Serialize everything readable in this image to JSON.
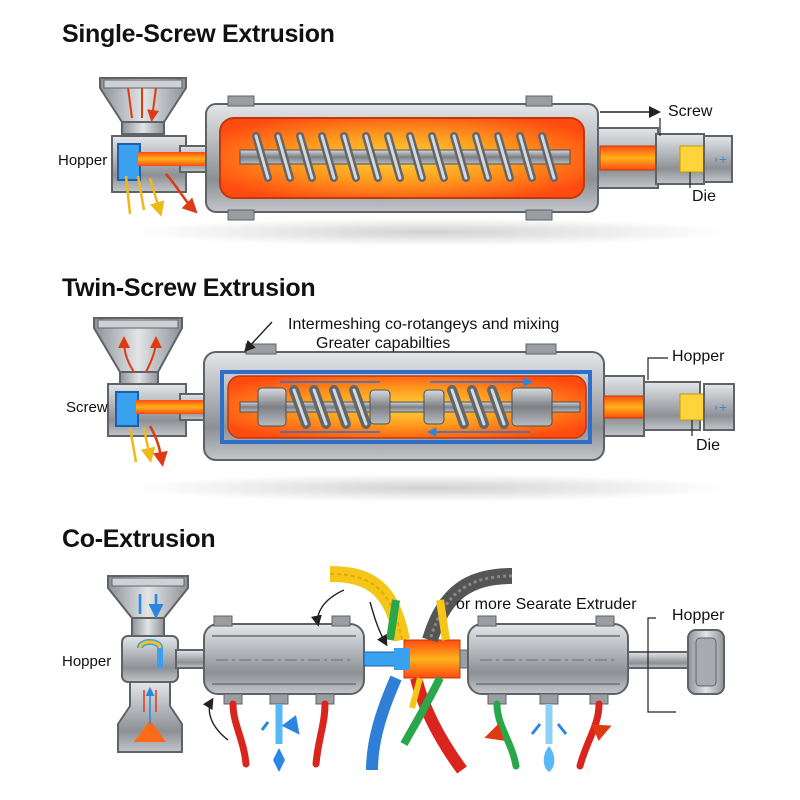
{
  "sections": [
    {
      "id": "single",
      "title": "Single-Screw Extrusion",
      "labels": {
        "hopper": "Hopper",
        "screw": "Screw",
        "die": "Die"
      }
    },
    {
      "id": "twin",
      "title": "Twin-Screw Extrusion",
      "labels": {
        "note_line1": "Intermeshing co-rotangeys and mixing",
        "note_line2": "Greater capabilties",
        "hopper": "Hopper",
        "screw": "Screw",
        "die": "Die"
      }
    },
    {
      "id": "co",
      "title": "Co-Extrusion",
      "labels": {
        "hopper_left": "Hopper",
        "extruder_note": "or more Searate Extruder",
        "hopper_right": "Hopper"
      }
    }
  ],
  "colors": {
    "steel": "#9a9ea3",
    "steel_dark": "#5f6367",
    "melt_hot": "#ff5a14",
    "melt_warm": "#ffb21c",
    "coolant": "#2f7fd6",
    "yellow_stream": "#f5c518",
    "green_stream": "#29a84a",
    "red_stream": "#d9251d"
  }
}
